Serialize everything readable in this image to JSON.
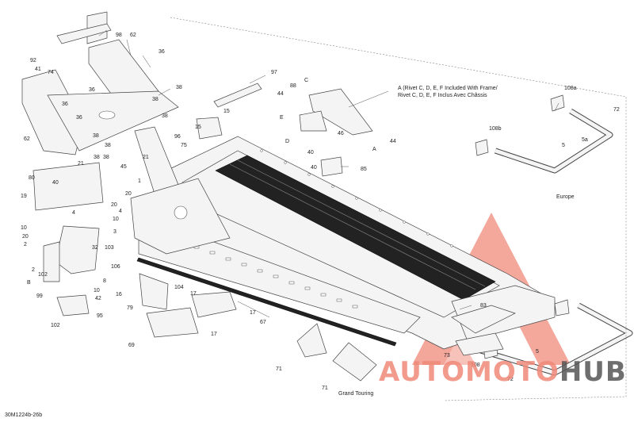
{
  "diagram_code": "30M1224b-26b",
  "note": {
    "line1": "A (Rivet C, D, E, F Included With Frame/",
    "line2": "Rivet C, D, E, F Inclus Avec Châssis"
  },
  "region_labels": {
    "europe": "Europe",
    "grand_touring": "Grand Touring"
  },
  "watermark": {
    "word_part1": "AUTO",
    "word_part2": "MOTO",
    "word_part3": "HUB",
    "color_main": "#f08a7a",
    "color_dark": "#555555"
  },
  "callouts": [
    "98",
    "62",
    "92",
    "41",
    "74",
    "36",
    "36",
    "36",
    "38",
    "38",
    "38",
    "36",
    "38",
    "38",
    "62",
    "38",
    "21",
    "40",
    "38",
    "80",
    "19",
    "10",
    "20",
    "2",
    "32",
    "4",
    "3",
    "103",
    "45",
    "21",
    "1",
    "20",
    "4",
    "10",
    "20",
    "97",
    "88",
    "C",
    "44",
    "E",
    "46",
    "15",
    "96",
    "75",
    "15",
    "40",
    "40",
    "85",
    "44",
    "108a",
    "72",
    "108b",
    "5",
    "5a",
    "106",
    "99",
    "2",
    "10",
    "8",
    "2",
    "B",
    "16",
    "79",
    "10",
    "42",
    "95",
    "102",
    "104",
    "17",
    "17",
    "17",
    "67",
    "69",
    "71",
    "71",
    "83",
    "73",
    "108",
    "5",
    "72",
    "A",
    "D"
  ]
}
